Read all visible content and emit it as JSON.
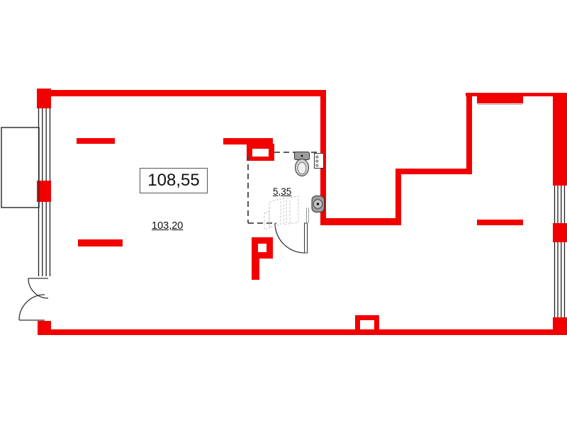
{
  "floor_plan": {
    "labels": {
      "total_area": "108,55",
      "main_room_area": "103,20",
      "bathroom_area": "5,35"
    },
    "fixtures": [
      "toilet-icon",
      "sink-icon",
      "electrical-panel-icon",
      "shower-sketch"
    ],
    "features": [
      "balcony",
      "double-swing-balcony-door",
      "bathroom-dashed-partition",
      "bathroom-door",
      "windows",
      "ventilation-shafts",
      "wall-stubs"
    ],
    "colors": {
      "wall": "#f20000",
      "outline": "#333333"
    }
  }
}
